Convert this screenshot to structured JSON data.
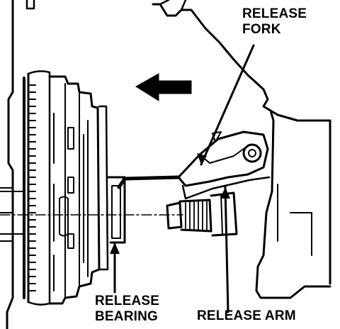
{
  "labels": {
    "release_fork": [
      "RELEASE",
      "FORK"
    ],
    "release_bearing": [
      "RELEASE",
      "BEARING"
    ],
    "release_arm": "RELEASE ARM"
  },
  "colors": {
    "ink": "#000000",
    "paper": "#ffffff"
  },
  "icons": {
    "direction": "arrow-left-icon"
  }
}
